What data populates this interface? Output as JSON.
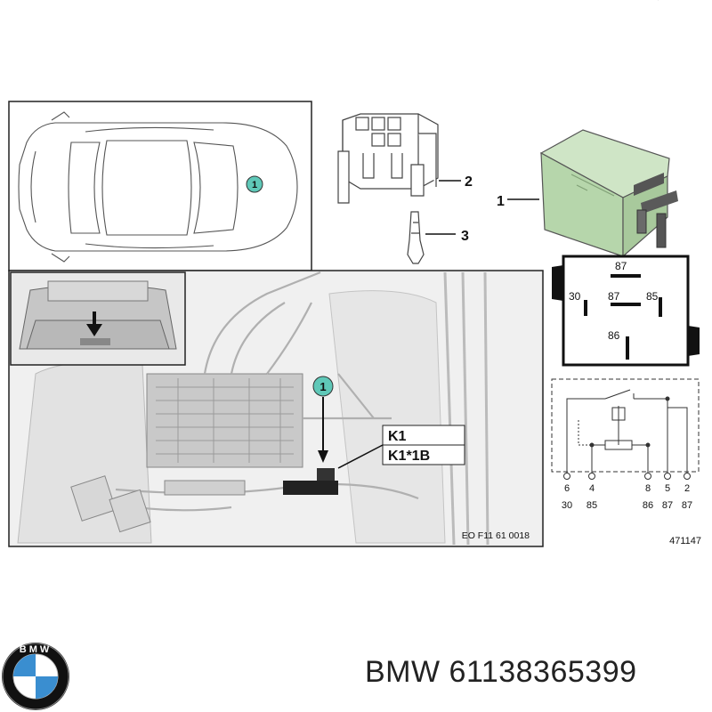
{
  "callouts": {
    "relay": "1",
    "socket": "2",
    "terminal": "3",
    "car_marker": "1",
    "photo_marker": "1"
  },
  "pin_diagram": {
    "top": "87",
    "left": "30",
    "center": "87",
    "right": "85",
    "bottom": "86"
  },
  "schematic": {
    "pins": [
      "6",
      "4",
      "8",
      "5",
      "2"
    ],
    "terminals": [
      "30",
      "85",
      "86",
      "87",
      "87"
    ]
  },
  "photo_labels": {
    "k1": "K1",
    "k1b": "K1*1B",
    "ref_code": "EO F11 61 0018"
  },
  "drawing_number": "471147",
  "brand": {
    "logo_letters": "BMW",
    "text": "BMW 61138365399"
  },
  "colors": {
    "relay_body": "#b6d6ab",
    "callout_fill": "#5fc8b8",
    "logo_blue": "#3a8ed0"
  }
}
